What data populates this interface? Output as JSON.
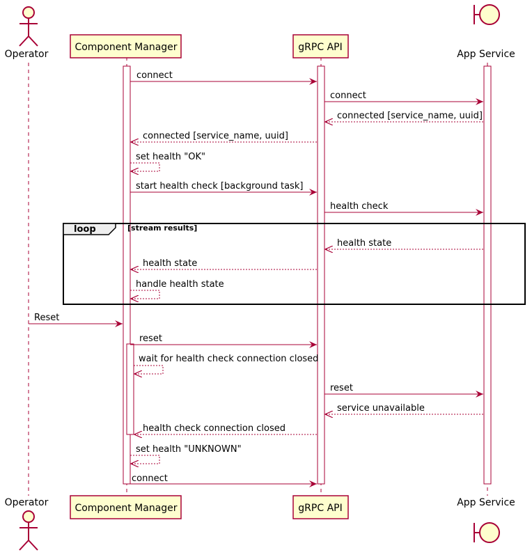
{
  "participants": {
    "operator": "Operator",
    "component_manager": "Component Manager",
    "grpc_api": "gRPC API",
    "app_service": "App Service"
  },
  "messages": [
    {
      "id": "m1",
      "text": "connect"
    },
    {
      "id": "m2",
      "text": "connect"
    },
    {
      "id": "m3",
      "text": "connected [service_name, uuid]"
    },
    {
      "id": "m4",
      "text": "connected [service_name, uuid]"
    },
    {
      "id": "m5",
      "text": "set health \"OK\""
    },
    {
      "id": "m6",
      "text": "start health check [background task]"
    },
    {
      "id": "m7",
      "text": "health check"
    },
    {
      "id": "m8",
      "text": "health state"
    },
    {
      "id": "m9",
      "text": "health state"
    },
    {
      "id": "m10",
      "text": "handle health state"
    },
    {
      "id": "m11",
      "text": "Reset"
    },
    {
      "id": "m12",
      "text": "reset"
    },
    {
      "id": "m13",
      "text": "wait for health check connection closed"
    },
    {
      "id": "m14",
      "text": "reset"
    },
    {
      "id": "m15",
      "text": "service unavailable"
    },
    {
      "id": "m16",
      "text": "health check connection closed"
    },
    {
      "id": "m17",
      "text": "set health \"UNKNOWN\""
    },
    {
      "id": "m18",
      "text": "connect"
    }
  ],
  "loop": {
    "keyword": "loop",
    "condition": "[stream results]"
  },
  "colors": {
    "line": "#A80036",
    "participant_fill": "#FEFECE",
    "actor_fill": "#FEFECE",
    "frame": "#000000",
    "loop_tab": "#EEEEEE"
  }
}
